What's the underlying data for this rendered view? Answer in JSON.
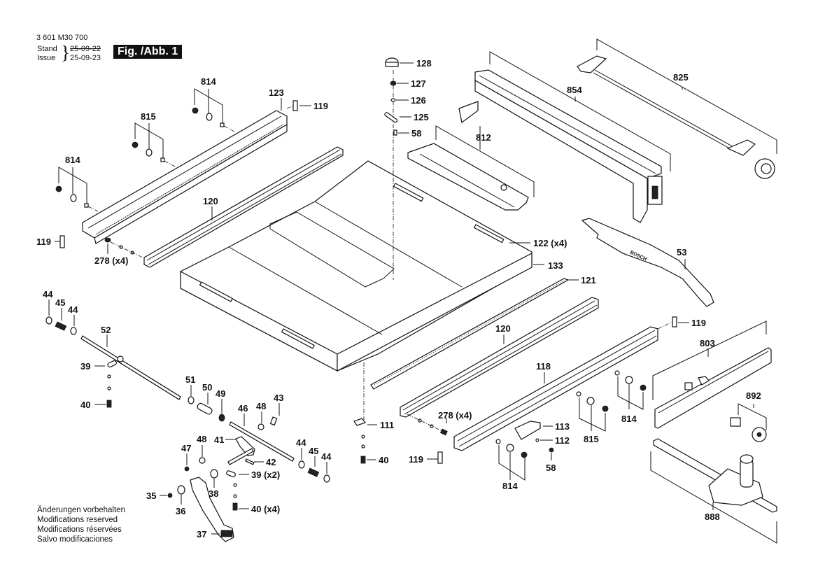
{
  "header": {
    "document_number": "3 601 M30 700",
    "stand_label": "Stand",
    "issue_label": "Issue",
    "stand_date": "25-09-22",
    "issue_date": "25-09-23",
    "figure_label": "Fig. /Abb. 1"
  },
  "notes": [
    "Änderungen vorbehalten",
    "Modifications reserved",
    "Modifications réservées",
    "Salvo modificaciones"
  ],
  "callouts": {
    "c814a": "814",
    "c123": "123",
    "c119a": "119",
    "c815a": "815",
    "c814b": "814",
    "c120a": "120",
    "c119b": "119",
    "c278a": "278 (x4)",
    "c128": "128",
    "c127": "127",
    "c126": "126",
    "c125": "125",
    "c58a": "58",
    "c812": "812",
    "c854": "854",
    "c825": "825",
    "c122": "122 (x4)",
    "c133": "133",
    "c121": "121",
    "c53": "53",
    "c44a": "44",
    "c45a": "45",
    "c44b": "44",
    "c52": "52",
    "c39a": "39",
    "c40a": "40",
    "c51": "51",
    "c50": "50",
    "c49": "49",
    "c46": "46",
    "c48a": "48",
    "c43": "43",
    "c47": "47",
    "c48b": "48",
    "c41": "41",
    "c42": "42",
    "c39b": "39 (x2)",
    "c44c": "44",
    "c45b": "45",
    "c44d": "44",
    "c35": "35",
    "c36": "36",
    "c38": "38",
    "c40b": "40 (x4)",
    "c37": "37",
    "c120b": "120",
    "c118": "118",
    "c119c": "119",
    "c803": "803",
    "c111": "111",
    "c40c": "40",
    "c278b": "278 (x4)",
    "c119d": "119",
    "c113": "113",
    "c112": "112",
    "c58b": "58",
    "c814c": "814",
    "c815b": "815",
    "c814d": "814",
    "c892": "892",
    "c888": "888"
  },
  "logo_text": "BOSCH"
}
